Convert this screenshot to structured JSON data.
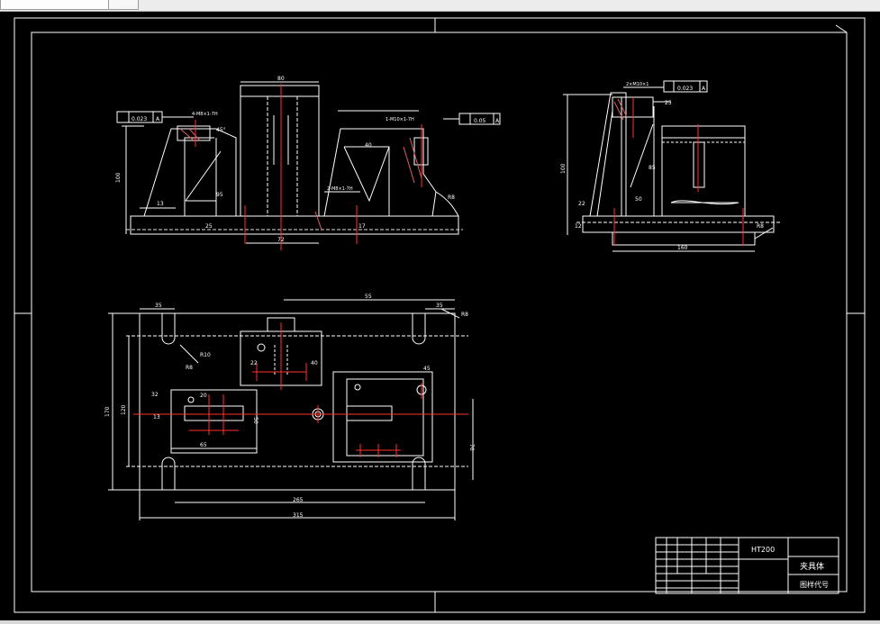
{
  "toolbar": {
    "tab1_label": "",
    "tab2_label": ""
  },
  "front_view": {
    "tol1": "0.023",
    "tol1_datum": "A",
    "tol2": "0.05",
    "tol2_datum": "A",
    "dim_top": "80",
    "dim_height": "100",
    "dim_bottom": "72",
    "dim_r": "R8",
    "dim_angle": "45°",
    "note_left": "4-M8×1-7H",
    "note_mid": "2-M8×1-7H",
    "note_right": "1-M10×1-7H",
    "dim_small1": "13",
    "dim_small2": "25",
    "dim_small3": "17",
    "dim_small4": "95",
    "dim_small5": "40"
  },
  "side_view": {
    "tol": "0.023",
    "tol_datum": "A",
    "dim_total": "160",
    "dim_height": "100",
    "dim_r": "R8",
    "note_top": "2×M10×1",
    "dim_a": "22",
    "dim_b": "50",
    "dim_c": "85",
    "dim_d": "12",
    "dim_e": "25"
  },
  "top_view": {
    "dim_top": "55",
    "dim_top_left": "35",
    "dim_top_right": "35",
    "dim_r": "R8",
    "dim_left_total": "170",
    "dim_left_inner": "120",
    "dim_left_small": "32",
    "dim_mid": "50",
    "dim_65": "65",
    "dim_bottom_inner": "265",
    "dim_bottom_total": "315",
    "dim_right": "70",
    "dim_a": "22",
    "dim_b": "40",
    "dim_c": "13",
    "dim_d": "20",
    "dim_e": "45",
    "note_r1": "R8",
    "note_r2": "R10"
  },
  "title_block": {
    "material": "HT200",
    "name": "夹具体",
    "drawing_no": "图样代号"
  }
}
